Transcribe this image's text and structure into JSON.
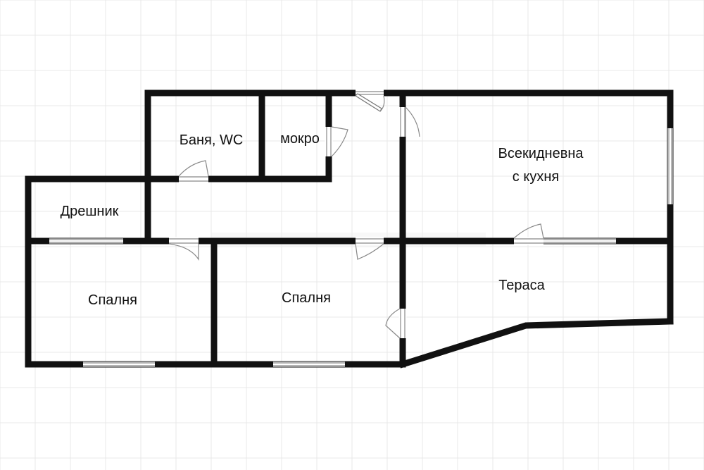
{
  "rooms": {
    "bathroom": "Баня, WC",
    "wet_room": "мокро",
    "living": [
      "Всекидневна",
      "с кухня"
    ],
    "wardrobe": "Дрешник",
    "bedroom_left": "Спалня",
    "bedroom_mid": "Спалня",
    "terrace": "Тераса"
  },
  "colors": {
    "wall": "#111111",
    "grid": "#e9e9e9",
    "background": "#ffffff"
  }
}
